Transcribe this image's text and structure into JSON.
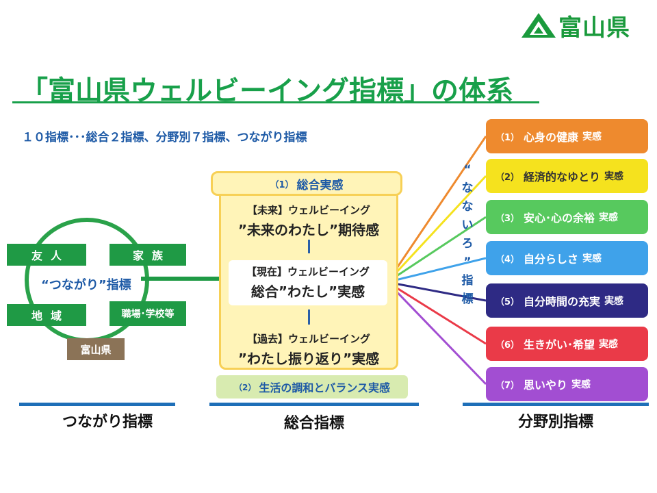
{
  "logo": {
    "text": "富山県",
    "icon": "toyama-mountain-icon"
  },
  "title": "「富山県ウェルビーイング指標」の体系",
  "subtitle": "１０指標･･･総合２指標、分野別７指標、つながり指標",
  "left": {
    "friend": "友人",
    "family": "家族",
    "region": "地域",
    "work": "職場･学校等",
    "toyama": "富山県",
    "center_label": "“つながり”指標"
  },
  "center": {
    "cap_num": "（1）",
    "cap_label": "総合実感",
    "future_small": "【未来】ウェルビーイング",
    "future_big": "”未来のわたし”期待感",
    "present_small": "【現在】ウェルビーイング",
    "present_big": "総合”わたし”実感",
    "past_small": "【過去】ウェルビーイング",
    "past_big": "”わたし振り返り”実感",
    "balance_num": "（2）",
    "balance_label": "生活の調和とバランス実感"
  },
  "nanairo": [
    "“",
    "な",
    "な",
    "い",
    "ろ",
    "”",
    "指",
    "標"
  ],
  "categories": [
    {
      "num": "（1）",
      "label": "心身の健康",
      "suffix": "実感",
      "color": "#ee8a2e"
    },
    {
      "num": "（2）",
      "label": "経済的なゆとり",
      "suffix": "実感",
      "color": "#f5e21e"
    },
    {
      "num": "（3）",
      "label": "安心･心の余裕",
      "suffix": "実感",
      "color": "#57c95e"
    },
    {
      "num": "（4）",
      "label": "自分らしさ",
      "suffix": "実感",
      "color": "#3fa2ea"
    },
    {
      "num": "（5）",
      "label": "自分時間の充実",
      "suffix": "実感",
      "color": "#2e2a84"
    },
    {
      "num": "（6）",
      "label": "生きがい･希望",
      "suffix": "実感",
      "color": "#ea3a48"
    },
    {
      "num": "（7）",
      "label": "思いやり",
      "suffix": "実感",
      "color": "#a24ed2"
    }
  ],
  "bottom": {
    "left": "つながり指標",
    "center": "総合指標",
    "right": "分野別指標"
  }
}
